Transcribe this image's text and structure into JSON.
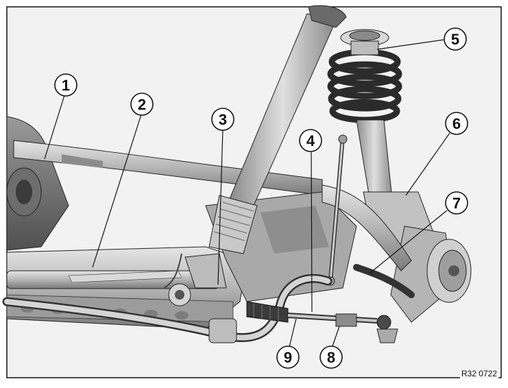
{
  "diagram": {
    "callouts": [
      {
        "id": "1",
        "label": "1"
      },
      {
        "id": "2",
        "label": "2"
      },
      {
        "id": "3",
        "label": "3"
      },
      {
        "id": "4",
        "label": "4"
      },
      {
        "id": "5",
        "label": "5"
      },
      {
        "id": "6",
        "label": "6"
      },
      {
        "id": "7",
        "label": "7"
      },
      {
        "id": "8",
        "label": "8"
      },
      {
        "id": "9",
        "label": "9"
      }
    ],
    "reference_code": "R32 0722",
    "colors": {
      "background": "#f2f2f2",
      "metal_light": "#cfcfcf",
      "metal_mid": "#a8a8a8",
      "metal_dark": "#5a5a5a",
      "spring": "#2b2b2b",
      "outline": "#111111"
    }
  }
}
